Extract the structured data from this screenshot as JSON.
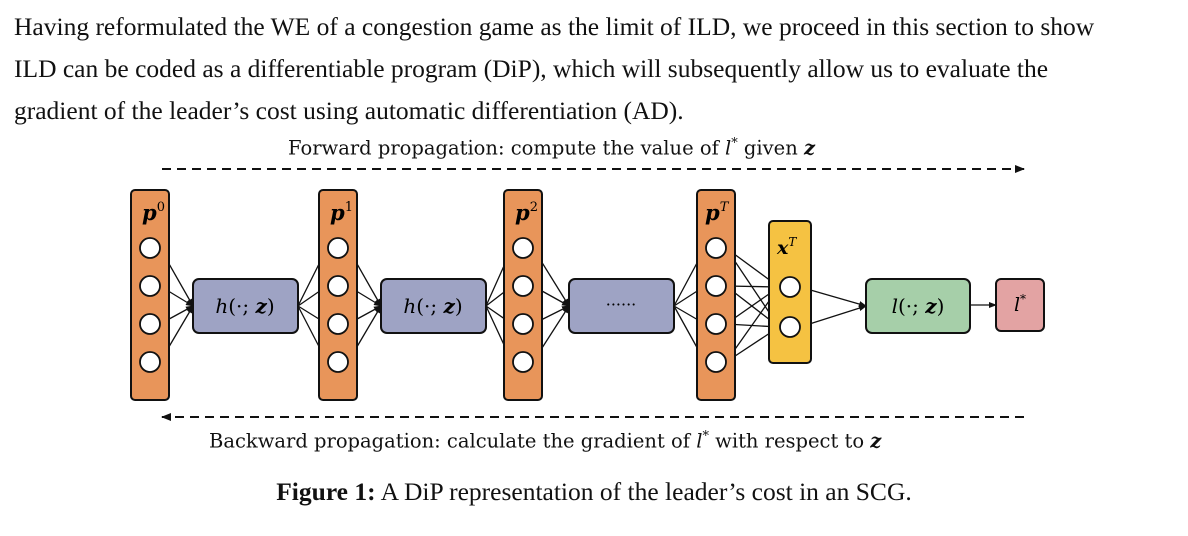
{
  "paragraph": {
    "lines": [
      "Having reformulated the WE of a congestion game as the limit of ILD, we proceed in this section to show",
      "ILD can be coded as a differentiable program (DiP), which will subsequently allow us to evaluate the",
      "gradient of the leader’s cost using automatic differentiation (AD)."
    ]
  },
  "figure": {
    "forward_label": {
      "prefix": "Forward propagation: compute the value of ",
      "var": "l",
      "sup": "*",
      "mid": " given ",
      "bold_var": "z"
    },
    "backward_label": {
      "prefix": "Backward propagation: calculate the gradient of ",
      "var": "l",
      "sup": "*",
      "mid": " with respect to ",
      "bold_var": "z"
    },
    "layers": [
      {
        "base": "p",
        "sup": "0"
      },
      {
        "base": "p",
        "sup": "1"
      },
      {
        "base": "p",
        "sup": "2"
      },
      {
        "base": "p",
        "sup": "T"
      }
    ],
    "h_blocks": [
      {
        "f": "h",
        "args": "(·; ",
        "z": "z",
        "close": ")"
      },
      {
        "f": "h",
        "args": "(·; ",
        "z": "z",
        "close": ")"
      }
    ],
    "ellipsis": "······",
    "x_layer": {
      "base": "x",
      "sup": "T"
    },
    "l_block": {
      "f": "l",
      "args": "(·; ",
      "z": "z",
      "close": ")"
    },
    "output": {
      "base": "l",
      "sup": "*"
    },
    "colors": {
      "p_layer": "#e8955a",
      "x_layer": "#f5c242",
      "h_block": "#9ea3c4",
      "l_block": "#a6cfa9",
      "output": "#e3a3a3",
      "stroke": "#111111"
    }
  },
  "caption": {
    "label": "Figure 1:",
    "text": " A DiP representation of the leader’s cost in an SCG."
  }
}
